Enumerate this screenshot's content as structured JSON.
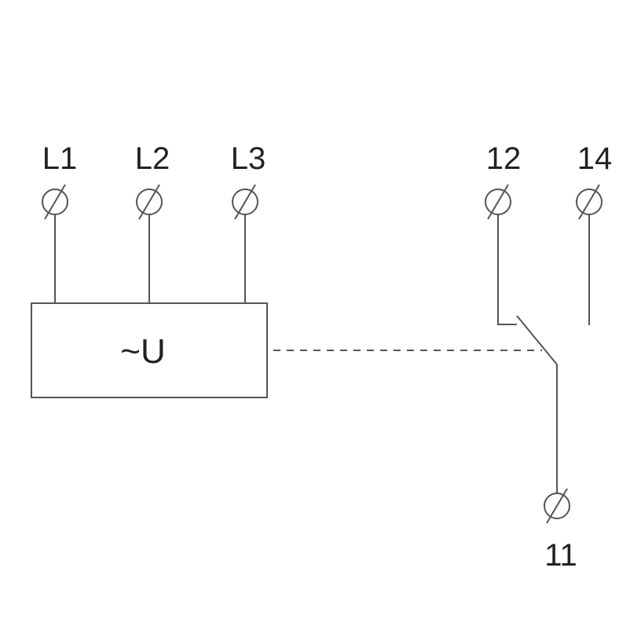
{
  "terminals": {
    "l1": "L1",
    "l2": "L2",
    "l3": "L3",
    "t12": "12",
    "t14": "14",
    "t11": "11"
  },
  "supply_box": {
    "label": "~U"
  },
  "colors": {
    "line": "#555555",
    "text": "#222222",
    "background": "#ffffff"
  }
}
